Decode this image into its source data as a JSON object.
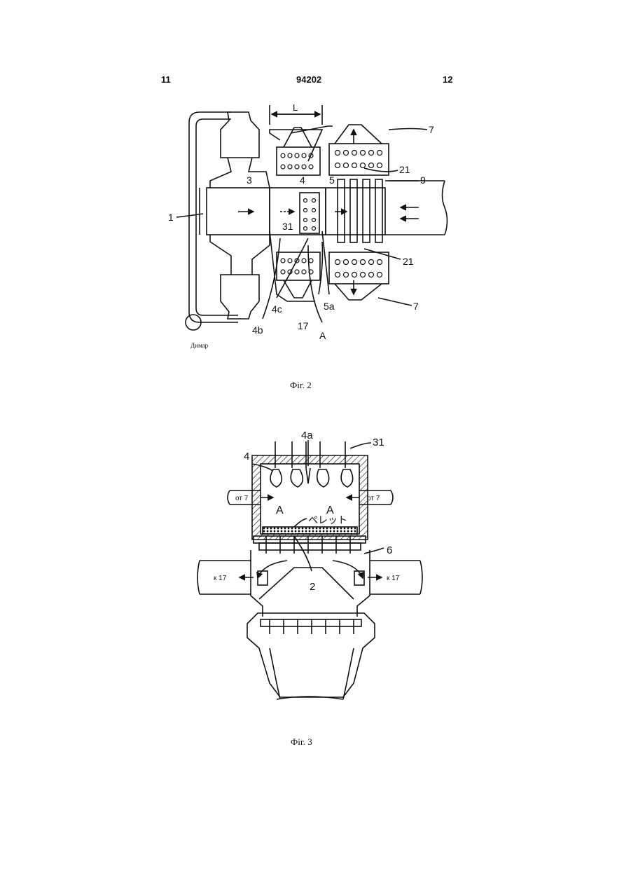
{
  "header": {
    "left_page": "11",
    "patent_number": "94202",
    "right_page": "12"
  },
  "figure2": {
    "caption": "Фіг. 2",
    "chimney_label": "Димар",
    "labels": {
      "l1": "1",
      "l3": "3",
      "l4": "4",
      "l5": "5",
      "l7a": "7",
      "l7b": "7",
      "l9": "9",
      "l21a": "21",
      "l21b": "21",
      "l31": "31",
      "l4b": "4b",
      "l4c": "4c",
      "l17": "17",
      "l5a": "5a",
      "lA": "A",
      "lL": "L"
    }
  },
  "figure3": {
    "caption": "Фіг. 3",
    "labels": {
      "l4": "4",
      "l4a": "4a",
      "l31": "31",
      "lA1": "A",
      "lA2": "A",
      "l6": "6",
      "l2": "2",
      "pellet": "ペレット",
      "from7_left": "от 7",
      "from7_right": "от 7",
      "to17_left": "к 17",
      "to17_right": "к 17"
    }
  }
}
